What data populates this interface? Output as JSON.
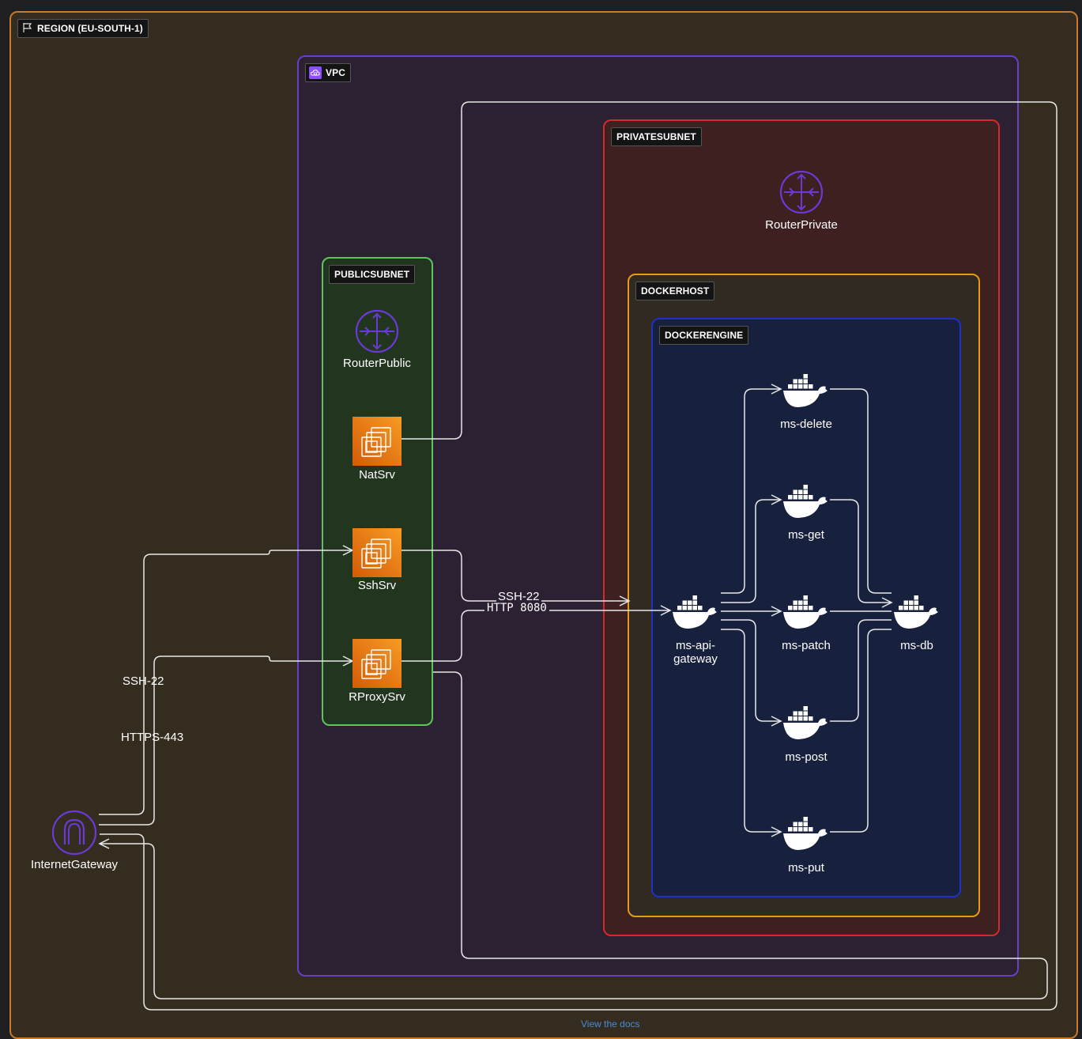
{
  "groups": {
    "region": "REGION (EU-SOUTH-1)",
    "vpc": "VPC",
    "public_subnet": "PUBLICSUBNET",
    "private_subnet": "PRIVATESUBNET",
    "docker_host": "DOCKERHOST",
    "docker_engine": "DOCKERENGINE"
  },
  "nodes": {
    "router_public": "RouterPublic",
    "router_private": "RouterPrivate",
    "nat_srv": "NatSrv",
    "ssh_srv": "SshSrv",
    "rproxy_srv": "RProxySrv",
    "internet_gateway": "InternetGateway",
    "ms_delete": "ms-delete",
    "ms_get": "ms-get",
    "ms_patch": "ms-patch",
    "ms_post": "ms-post",
    "ms_put": "ms-put",
    "ms_db": "ms-db",
    "ms_api_gateway_line1": "ms-api-",
    "ms_api_gateway_line2": "gateway"
  },
  "edge_labels": {
    "ssh22_left": "SSH-22",
    "https443": "HTTPS-443",
    "ssh22_mid": "SSH-22",
    "http8080": "HTTP 8080"
  },
  "footer": "View the docs",
  "colors": {
    "region_border": "#c9792a",
    "vpc_border": "#6a3fc8",
    "public_border": "#5fc25f",
    "private_border": "#d42a2a",
    "dockerhost_border": "#e59b16",
    "dockerengine_border": "#1f2fc9",
    "router_icon": "#6a3ad6",
    "ec2_fill": "#ed7a14",
    "edge": "#e8e8e8"
  }
}
